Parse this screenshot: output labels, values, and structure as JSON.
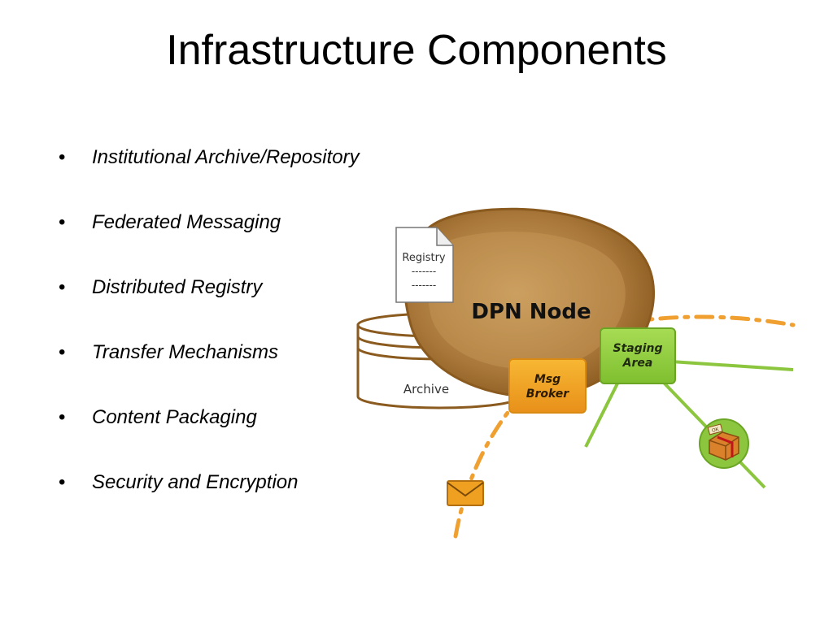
{
  "slide": {
    "title": "Infrastructure Components"
  },
  "bullets": [
    {
      "symbol": "•",
      "text": "Institutional Archive/Repository"
    },
    {
      "symbol": "•",
      "text": "Federated Messaging"
    },
    {
      "symbol": "•",
      "text": "Distributed Registry"
    },
    {
      "symbol": "•",
      "text": "Transfer Mechanisms"
    },
    {
      "symbol": "•",
      "text": "Content Packaging"
    },
    {
      "symbol": "•",
      "text": "Security and Encryption"
    }
  ],
  "diagram": {
    "node_label": "DPN Node",
    "registry": {
      "title": "Registry",
      "line1": "-------",
      "line2": "-------"
    },
    "archive_label": "Archive",
    "msg_broker": {
      "line1": "Msg",
      "line2": "Broker"
    },
    "staging_area": {
      "line1": "Staging",
      "line2": "Area"
    },
    "package_tag": "OK",
    "icons": [
      "document-icon",
      "database-icon",
      "envelope-icon",
      "package-icon"
    ],
    "colors": {
      "node_brown": "#8a5a1e",
      "node_fill": "#b98a4a",
      "broker_orange": "#f0a020",
      "staging_green": "#8cc63f",
      "connector_green": "#8cc63f",
      "dashed_orange": "#f0a030"
    }
  }
}
